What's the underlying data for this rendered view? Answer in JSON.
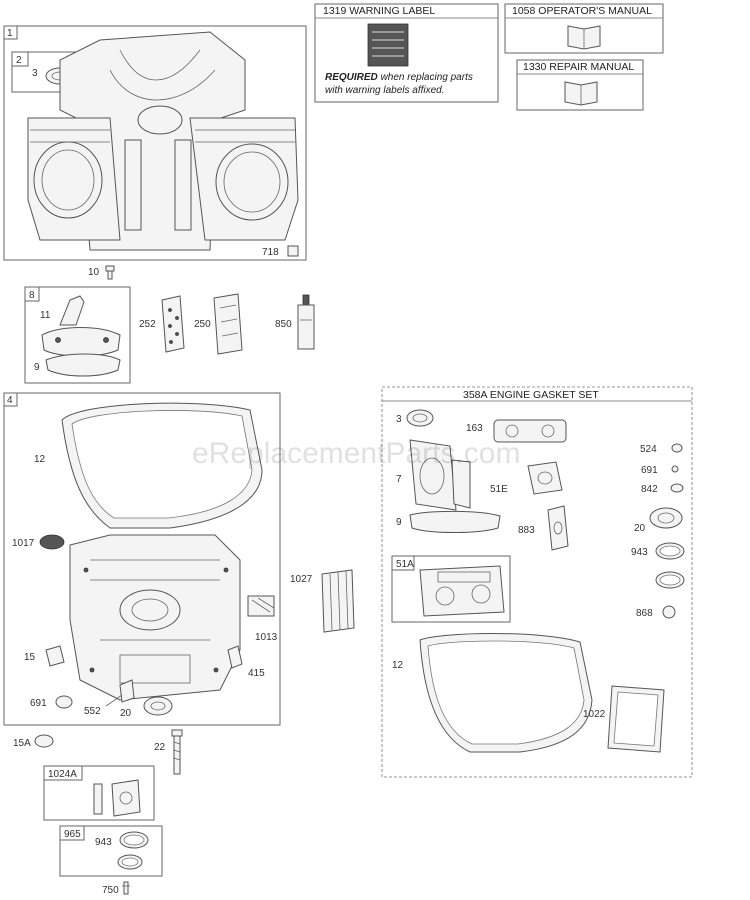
{
  "boxes": {
    "warning_label": "1319 WARNING LABEL",
    "warning_note_bold": "REQUIRED",
    "warning_note_rest": " when replacing parts",
    "warning_note_line2": "with warning labels affixed.",
    "operators_manual": "1058 OPERATOR'S MANUAL",
    "repair_manual": "1330 REPAIR MANUAL",
    "gasket_set": "358A ENGINE GASKET SET"
  },
  "group_tags": {
    "g1": "1",
    "g2": "2",
    "g8": "8",
    "g4": "4",
    "g51a": "51A",
    "g1024a": "1024A",
    "g965": "965"
  },
  "callouts": {
    "c3a": "3",
    "c718": "718",
    "c10": "10",
    "c11": "11",
    "c9a": "9",
    "c252": "252",
    "c250": "250",
    "c850": "850",
    "c12a": "12",
    "c1017": "1017",
    "c1027": "1027",
    "c1013": "1013",
    "c15": "15",
    "c415": "415",
    "c691a": "691",
    "c552": "552",
    "c20a": "20",
    "c15a": "15A",
    "c22": "22",
    "c943a": "943",
    "c750": "750",
    "c3b": "3",
    "c163": "163",
    "c7": "7",
    "c51e": "51E",
    "c9b": "9",
    "c883": "883",
    "c524": "524",
    "c691b": "691",
    "c842": "842",
    "c20b": "20",
    "c943b": "943",
    "c868": "868",
    "c12b": "12",
    "c1022": "1022"
  },
  "watermark": "eReplacementParts.com",
  "colors": {
    "line": "#555555",
    "box": "#666666",
    "fill": "#f4f4f4"
  }
}
